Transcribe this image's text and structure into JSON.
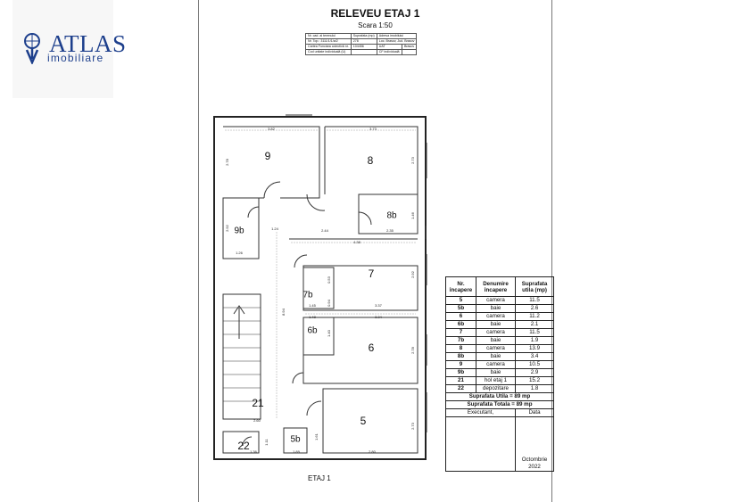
{
  "logo": {
    "brand": "ATLAS",
    "sub": "imobiliare"
  },
  "sheet": {
    "title": "RELEVEU  ETAJ 1",
    "scale": "Scara 1:50"
  },
  "info": [
    [
      "Nr. cad. al terenului",
      "Suprafata (mp)",
      "Adresa imobilului"
    ],
    [
      "Nr. Top.: 3111/1/1/a/2",
      "278",
      "Loc. Brasov, Jud. Brasov"
    ],
    [
      "Cartea Funciara colectivă nr.",
      "104456",
      "UAT",
      "Brasov"
    ],
    [
      "Cod unitate individuală (U)",
      "",
      "CF individuală",
      ""
    ]
  ],
  "rooms": [
    {
      "num": "9"
    },
    {
      "num": "8"
    },
    {
      "num": "8b"
    },
    {
      "num": "9b"
    },
    {
      "num": "7"
    },
    {
      "num": "7b"
    },
    {
      "num": "6b"
    },
    {
      "num": "6"
    },
    {
      "num": "21"
    },
    {
      "num": "5"
    },
    {
      "num": "5b"
    },
    {
      "num": "22"
    }
  ],
  "dims": [
    "3.82",
    "3.73",
    "2.78",
    "2.73",
    "1.24",
    "2.44",
    "2.35",
    "1.46",
    "2.92",
    "1.26",
    "4.38",
    "2.92",
    "0.53",
    "1.45",
    "3.37",
    "0.94",
    "1.48",
    "3.34",
    "1.40",
    "2.78",
    "8.94",
    "2.60",
    "2.73",
    "1.11",
    "1.36",
    "1.89",
    "2.80",
    "1.61"
  ],
  "floor_label": "ETAJ 1",
  "table": {
    "headers": [
      "Nr. încapere",
      "Denumire încapere",
      "Suprafata utila   (mp)"
    ],
    "rows": [
      [
        "5",
        "camera",
        "11.5"
      ],
      [
        "5b",
        "baie",
        "2.6"
      ],
      [
        "6",
        "camera",
        "11.2"
      ],
      [
        "6b",
        "baie",
        "2.1"
      ],
      [
        "7",
        "camera",
        "11.5"
      ],
      [
        "7b",
        "baie",
        "1.9"
      ],
      [
        "8",
        "camera",
        "13.9"
      ],
      [
        "8b",
        "baie",
        "3.4"
      ],
      [
        "9",
        "camera",
        "10.5"
      ],
      [
        "9b",
        "baie",
        "2.9"
      ],
      [
        "21",
        "hol etaj 1",
        "15.2"
      ],
      [
        "22",
        "depozitare",
        "1.8"
      ]
    ],
    "total_util": "Suprafata Utila = 89 mp",
    "total": "Suprafata Totala = 89 mp",
    "executant": "Executant,",
    "data_label": "Data",
    "date": "Octombrie 2022"
  }
}
